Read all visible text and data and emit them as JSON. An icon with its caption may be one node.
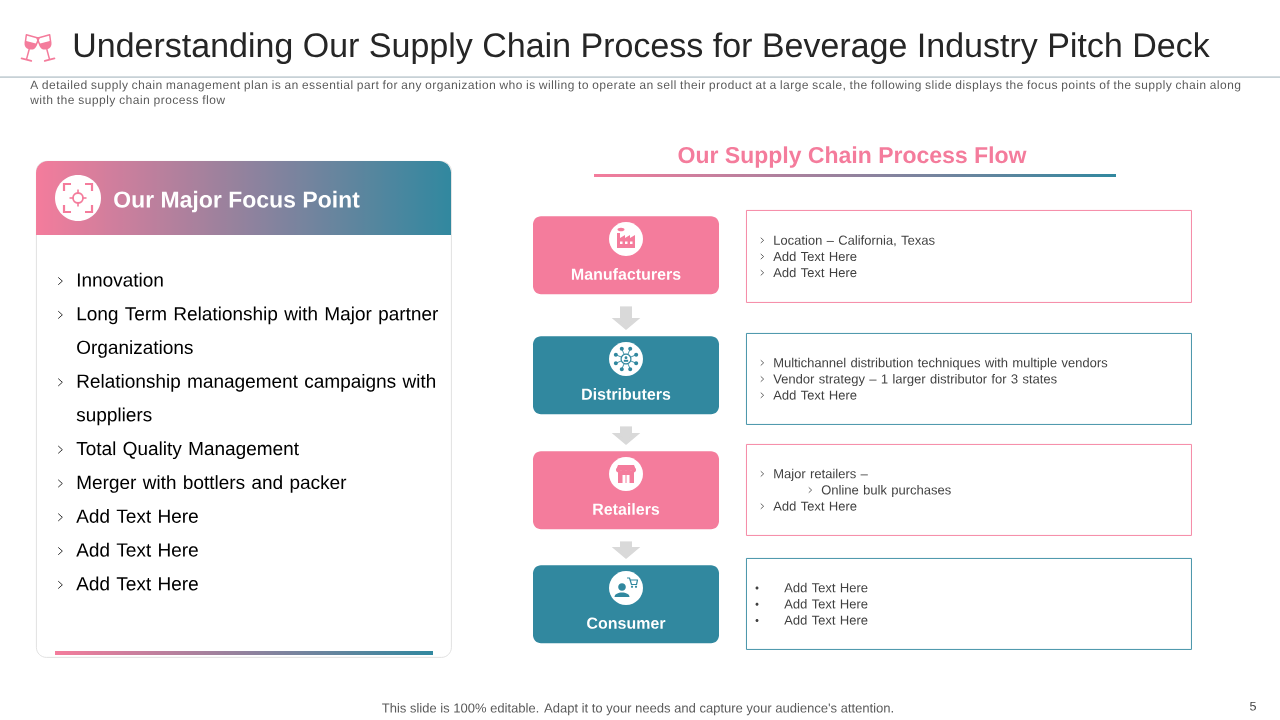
{
  "diagram": {
    "title": "Understanding Our Supply Chain Process for Beverage Industry Pitch Deck",
    "nodes": [
      {
        "text": [
          "Our Major Focus Point",
          "Innovation",
          "Long Term Relationship with Major partner Organizations",
          "Relationship management campaigns with suppliers",
          "Total Quality Management",
          "Merger with bottlers and packer",
          "Add Text Here",
          "Add Text Here",
          "Add Text Here"
        ]
      },
      {
        "text": [
          "Manufacturers"
        ]
      },
      {
        "text": [
          "Distributers"
        ]
      },
      {
        "text": [
          "Retailers"
        ]
      },
      {
        "text": [
          "Consumer"
        ]
      },
      {
        "text": [
          "Location – California, Texas",
          "Add Text Here",
          "Add Text Here"
        ]
      },
      {
        "text": [
          "Multichannel distribution techniques with multiple vendors",
          "Vendor strategy – 1 larger distributor for 3 states",
          "Add Text Here"
        ]
      },
      {
        "text": [
          "Major retailers –",
          "Online bulk purchases",
          "Add Text Here"
        ]
      },
      {
        "text": [
          "Add Text Here",
          "Add Text Here",
          "Add Text Here"
        ]
      }
    ],
    "edges": [
      {
        "from": 1,
        "to": 2,
        "arrow": "to"
      },
      {
        "from": 2,
        "to": 3,
        "arrow": "to"
      },
      {
        "from": 3,
        "to": 4,
        "arrow": "to"
      }
    ],
    "labels": [
      "A detailed supply chain management plan is an essential part for any organization who is willing to operate an sell their product at a large scale, the following slide displays the focus points of the supply chain along with the supply chain process flow",
      "Our Supply Chain Process Flow",
      "This slide is 100% editable. Adapt it to your needs and capture your audience's attention.",
      "5"
    ]
  }
}
